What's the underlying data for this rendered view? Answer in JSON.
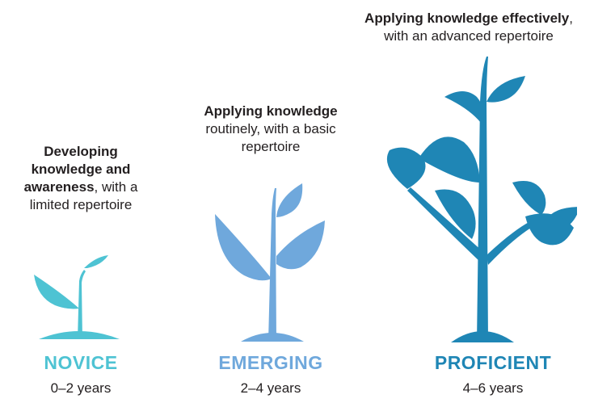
{
  "colors": {
    "novice": "#4ec3d3",
    "emerging": "#6fa8dc",
    "proficient": "#1f86b5"
  },
  "stages": [
    {
      "level": "NOVICE",
      "years": "0–2 years",
      "desc_bold_1": "Developing",
      "desc_bold_2": "knowledge and",
      "desc_bold_3": "awareness",
      "desc_rest_3": ", with a",
      "desc_line_4": "limited repertoire",
      "icon": "seedling-icon"
    },
    {
      "level": "EMERGING",
      "years": "2–4 years",
      "desc_bold_1": "Applying knowledge",
      "desc_line_2": "routinely, with a basic",
      "desc_line_3": "repertoire",
      "icon": "young-plant-icon"
    },
    {
      "level": "PROFICIENT",
      "years": "4–6 years",
      "desc_bold_1": "Applying knowledge effectively",
      "desc_rest_1": ",",
      "desc_line_2": "with an advanced repertoire",
      "icon": "tree-icon"
    }
  ]
}
